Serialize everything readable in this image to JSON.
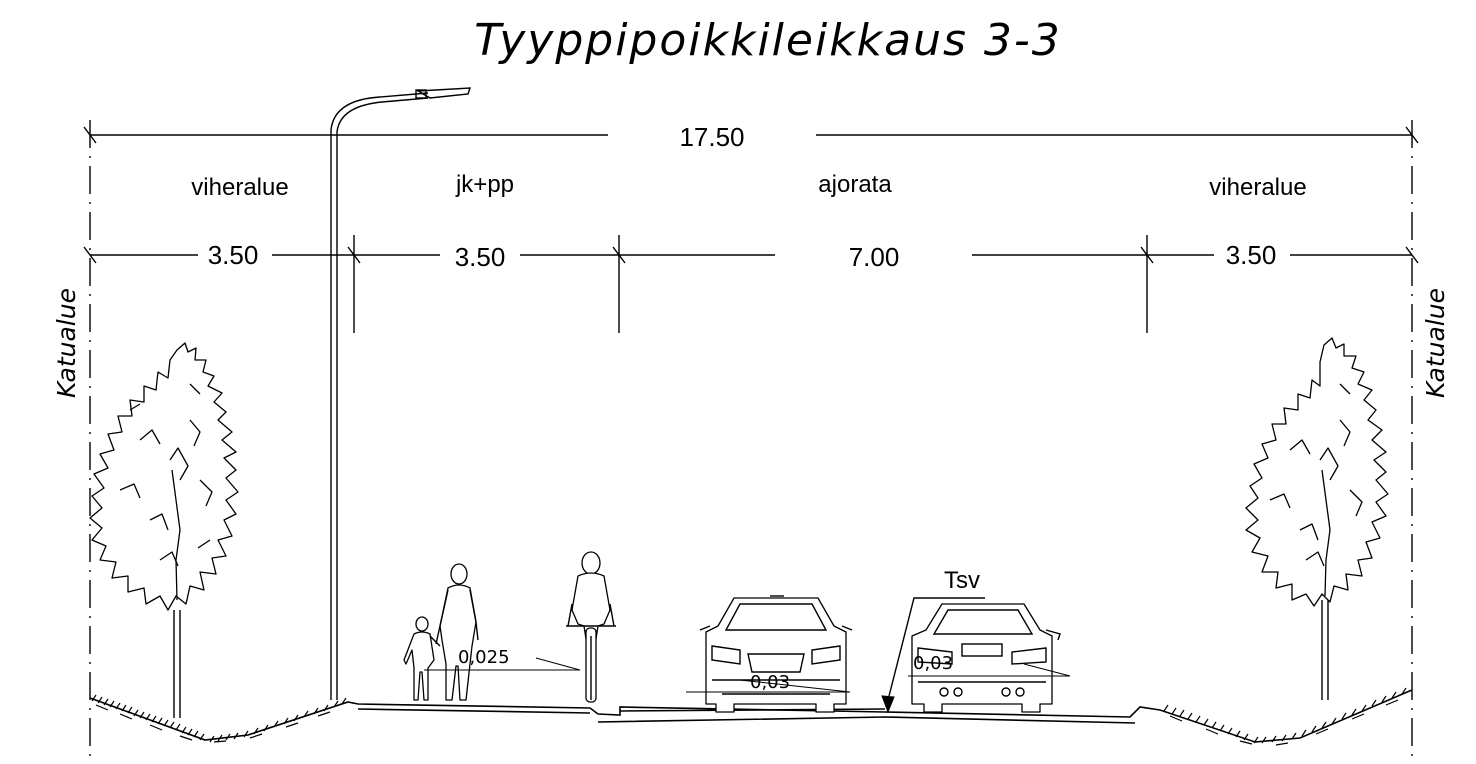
{
  "title": "Tyyppipoikkileikkaus 3-3",
  "total_width": "17.50",
  "zones": [
    {
      "label": "viheralue",
      "width": "3.50"
    },
    {
      "label": "jk+pp",
      "width": "3.50"
    },
    {
      "label": "ajorata",
      "width": "7.00"
    },
    {
      "label": "viheralue",
      "width": "3.50"
    }
  ],
  "boundary_left": "Katualue",
  "boundary_right": "Katualue",
  "slope_pedestrian": "0,025",
  "slope_lane_left": "0,03",
  "slope_lane_right": "0,03",
  "crown_label": "Tsv"
}
